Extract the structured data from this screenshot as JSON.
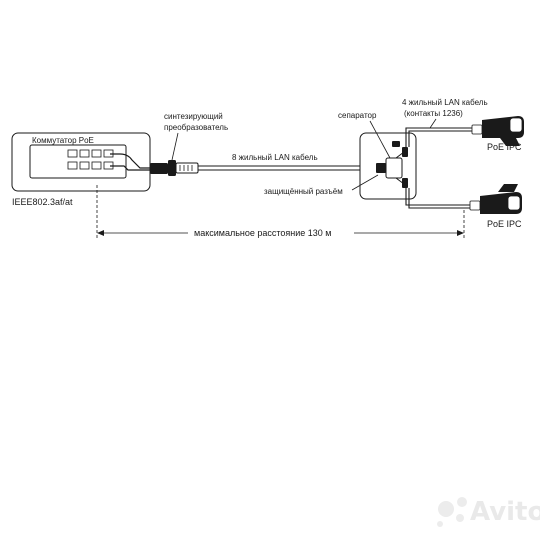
{
  "labels": {
    "switch_title": "Коммутатор PoE",
    "standard": "IEEE802.3af/at",
    "converter_line1": "синтезирующий",
    "converter_line2": "преобразователь",
    "cable_8": "8 жильный LAN кабель",
    "separator": "сепаратор",
    "cable_4_line1": "4 жильный LAN кабель",
    "cable_4_line2": "(контакты 1236)",
    "protected_connector": "защищённый разъём",
    "max_distance": "максимальное расстояние 130 м",
    "camera_top": "PoE IPC",
    "camera_bottom": "PoE IPC"
  },
  "watermark": {
    "text": "Avito",
    "color": "#e9e9e9"
  },
  "colors": {
    "line": "#1a1a1a",
    "device_fill": "#ffffff"
  }
}
